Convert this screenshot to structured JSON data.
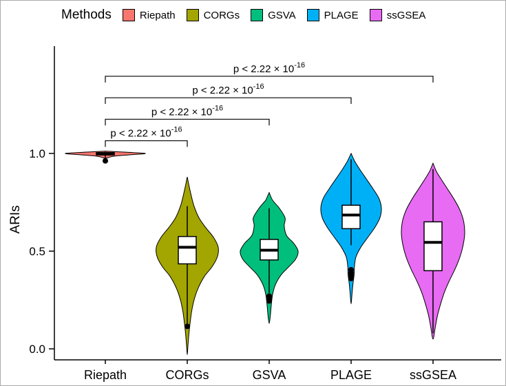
{
  "legend": {
    "title": "Methods",
    "items": [
      {
        "label": "Riepath",
        "color": "#F8766D"
      },
      {
        "label": "CORGs",
        "color": "#A3A500"
      },
      {
        "label": "GSVA",
        "color": "#00BF7D"
      },
      {
        "label": "PLAGE",
        "color": "#00B0F6"
      },
      {
        "label": "ssGSEA",
        "color": "#E76BF3"
      }
    ]
  },
  "chart_data": {
    "type": "violin",
    "title": "",
    "xlabel": "",
    "ylabel": "ARIs",
    "legend_position": "top",
    "grid": false,
    "ylim": [
      -0.05,
      1.55
    ],
    "categories": [
      "Riepath",
      "CORGs",
      "GSVA",
      "PLAGE",
      "ssGSEA"
    ],
    "yticks": [
      {
        "value": 0.0,
        "label": "0.0"
      },
      {
        "value": 0.5,
        "label": "0.5"
      },
      {
        "value": 1.0,
        "label": "1.0"
      }
    ],
    "series": [
      {
        "name": "Riepath",
        "color": "#F8766D",
        "max_halfwidth": 58,
        "profile": [
          [
            1.012,
            0
          ],
          [
            1.006,
            0.55
          ],
          [
            1.0,
            1.0
          ],
          [
            0.995,
            0.75
          ],
          [
            0.988,
            0.3
          ],
          [
            0.982,
            0.12
          ],
          [
            0.975,
            0
          ]
        ],
        "box": {
          "q1": 0.992,
          "q3": 1.004,
          "median": 0.999,
          "whisker_low": 0.965,
          "whisker_high": 1.008
        },
        "outliers": [
          0.962
        ]
      },
      {
        "name": "CORGs",
        "color": "#A3A500",
        "max_halfwidth": 45,
        "profile": [
          [
            0.88,
            0
          ],
          [
            0.84,
            0.05
          ],
          [
            0.79,
            0.12
          ],
          [
            0.73,
            0.22
          ],
          [
            0.67,
            0.38
          ],
          [
            0.62,
            0.6
          ],
          [
            0.57,
            0.85
          ],
          [
            0.52,
            1.0
          ],
          [
            0.47,
            0.97
          ],
          [
            0.42,
            0.8
          ],
          [
            0.37,
            0.55
          ],
          [
            0.31,
            0.35
          ],
          [
            0.25,
            0.22
          ],
          [
            0.19,
            0.14
          ],
          [
            0.13,
            0.09
          ],
          [
            0.07,
            0.05
          ],
          [
            0.01,
            0.02
          ],
          [
            -0.03,
            0
          ]
        ],
        "box": {
          "q1": 0.435,
          "q3": 0.575,
          "median": 0.52,
          "whisker_low": 0.12,
          "whisker_high": 0.73
        },
        "outliers": [
          0.115
        ]
      },
      {
        "name": "GSVA",
        "color": "#00BF7D",
        "max_halfwidth": 42,
        "profile": [
          [
            0.8,
            0
          ],
          [
            0.76,
            0.12
          ],
          [
            0.72,
            0.35
          ],
          [
            0.67,
            0.55
          ],
          [
            0.63,
            0.52
          ],
          [
            0.58,
            0.6
          ],
          [
            0.54,
            0.85
          ],
          [
            0.5,
            1.0
          ],
          [
            0.46,
            0.92
          ],
          [
            0.42,
            0.68
          ],
          [
            0.38,
            0.42
          ],
          [
            0.33,
            0.22
          ],
          [
            0.28,
            0.12
          ],
          [
            0.22,
            0.07
          ],
          [
            0.17,
            0.04
          ],
          [
            0.13,
            0
          ]
        ],
        "box": {
          "q1": 0.455,
          "q3": 0.56,
          "median": 0.505,
          "whisker_low": 0.285,
          "whisker_high": 0.72
        },
        "outliers": [
          0.27,
          0.255,
          0.245
        ]
      },
      {
        "name": "PLAGE",
        "color": "#00B0F6",
        "max_halfwidth": 44,
        "profile": [
          [
            1.0,
            0
          ],
          [
            0.96,
            0.12
          ],
          [
            0.92,
            0.28
          ],
          [
            0.87,
            0.5
          ],
          [
            0.82,
            0.72
          ],
          [
            0.77,
            0.92
          ],
          [
            0.72,
            1.0
          ],
          [
            0.67,
            0.95
          ],
          [
            0.62,
            0.78
          ],
          [
            0.57,
            0.55
          ],
          [
            0.52,
            0.32
          ],
          [
            0.47,
            0.16
          ],
          [
            0.42,
            0.11
          ],
          [
            0.38,
            0.1
          ],
          [
            0.33,
            0.06
          ],
          [
            0.28,
            0.03
          ],
          [
            0.23,
            0
          ]
        ],
        "box": {
          "q1": 0.615,
          "q3": 0.735,
          "median": 0.685,
          "whisker_low": 0.53,
          "whisker_high": 0.97
        },
        "outliers": [
          0.405,
          0.39,
          0.375,
          0.36
        ]
      },
      {
        "name": "ssGSEA",
        "color": "#E76BF3",
        "max_halfwidth": 46,
        "profile": [
          [
            0.95,
            0
          ],
          [
            0.91,
            0.1
          ],
          [
            0.87,
            0.25
          ],
          [
            0.82,
            0.45
          ],
          [
            0.77,
            0.65
          ],
          [
            0.71,
            0.85
          ],
          [
            0.65,
            0.97
          ],
          [
            0.59,
            1.0
          ],
          [
            0.53,
            0.95
          ],
          [
            0.47,
            0.85
          ],
          [
            0.41,
            0.7
          ],
          [
            0.35,
            0.52
          ],
          [
            0.29,
            0.36
          ],
          [
            0.23,
            0.24
          ],
          [
            0.17,
            0.14
          ],
          [
            0.11,
            0.07
          ],
          [
            0.05,
            0
          ]
        ],
        "box": {
          "q1": 0.4,
          "q3": 0.65,
          "median": 0.545,
          "whisker_low": 0.08,
          "whisker_high": 0.92
        },
        "outliers": []
      }
    ],
    "comparisons": [
      {
        "from": "Riepath",
        "to": "CORGs",
        "label": "p < 2.22 × 10",
        "exponent": "-16",
        "height": 1.065
      },
      {
        "from": "Riepath",
        "to": "GSVA",
        "label": "p < 2.22 × 10",
        "exponent": "-16",
        "height": 1.175
      },
      {
        "from": "Riepath",
        "to": "PLAGE",
        "label": "p < 2.22 × 10",
        "exponent": "-16",
        "height": 1.285
      },
      {
        "from": "Riepath",
        "to": "ssGSEA",
        "label": "p < 2.22 × 10",
        "exponent": "-16",
        "height": 1.395
      }
    ]
  }
}
